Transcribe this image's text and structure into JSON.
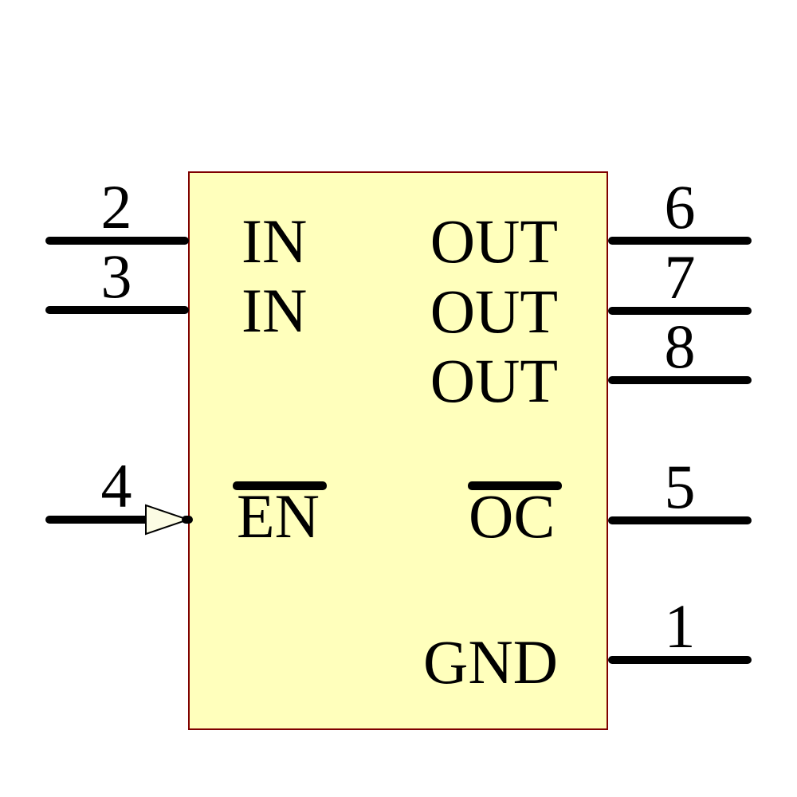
{
  "component": {
    "type": "ic-schematic-symbol",
    "left_pins": [
      {
        "number": "2",
        "label": "IN",
        "overline": false,
        "inverted_input": false
      },
      {
        "number": "3",
        "label": "IN",
        "overline": false,
        "inverted_input": false
      },
      {
        "number": "4",
        "label": "EN",
        "overline": true,
        "inverted_input": true
      }
    ],
    "right_pins": [
      {
        "number": "6",
        "label": "OUT",
        "overline": false
      },
      {
        "number": "7",
        "label": "OUT",
        "overline": false
      },
      {
        "number": "8",
        "label": "OUT",
        "overline": false
      },
      {
        "number": "5",
        "label": "OC",
        "overline": true
      },
      {
        "number": "1",
        "label": "GND",
        "overline": false
      }
    ],
    "colors": {
      "body_fill": "#FFFFBC",
      "body_border": "#7f0000",
      "pin_wire": "#000000",
      "text": "#000000",
      "triangle_fill": "#FCFCE4"
    }
  }
}
